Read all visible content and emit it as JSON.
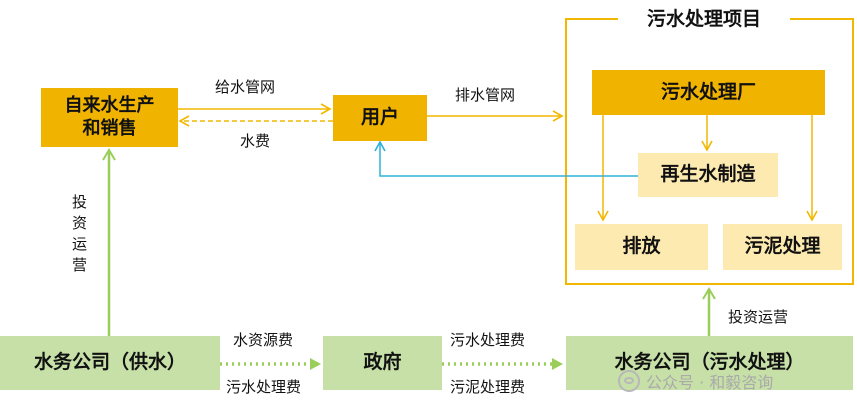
{
  "project": {
    "title": "污水处理项目"
  },
  "nodes": {
    "water_supply_production": "自来水生产\n和销售",
    "user": "用户",
    "treatment_plant": "污水处理厂",
    "reclaimed_water": "再生水制造",
    "discharge": "排放",
    "sludge": "污泥处理",
    "water_co_supply": "水务公司（供水）",
    "government": "政府",
    "water_co_sewage": "水务公司（污水处理）"
  },
  "labels": {
    "supply_network": "给水管网",
    "water_fee": "水费",
    "drainage_network": "排水管网",
    "invest_operate_left": "投\n资\n运\n营",
    "invest_operate_right": "投资运营",
    "water_resource_fee": "水资源费",
    "sewage_fee_left": "污水处理费",
    "sewage_fee_right": "污水处理费",
    "sludge_fee": "污泥处理费"
  },
  "watermark": "公众号 · 和毅咨询",
  "colors": {
    "gold": "#f0b400",
    "cream": "#fdeab0",
    "green": "#c6e0a8",
    "arrow_gold": "#f2b800",
    "arrow_blue": "#2fb2d9",
    "arrow_green": "#9acd5a"
  }
}
